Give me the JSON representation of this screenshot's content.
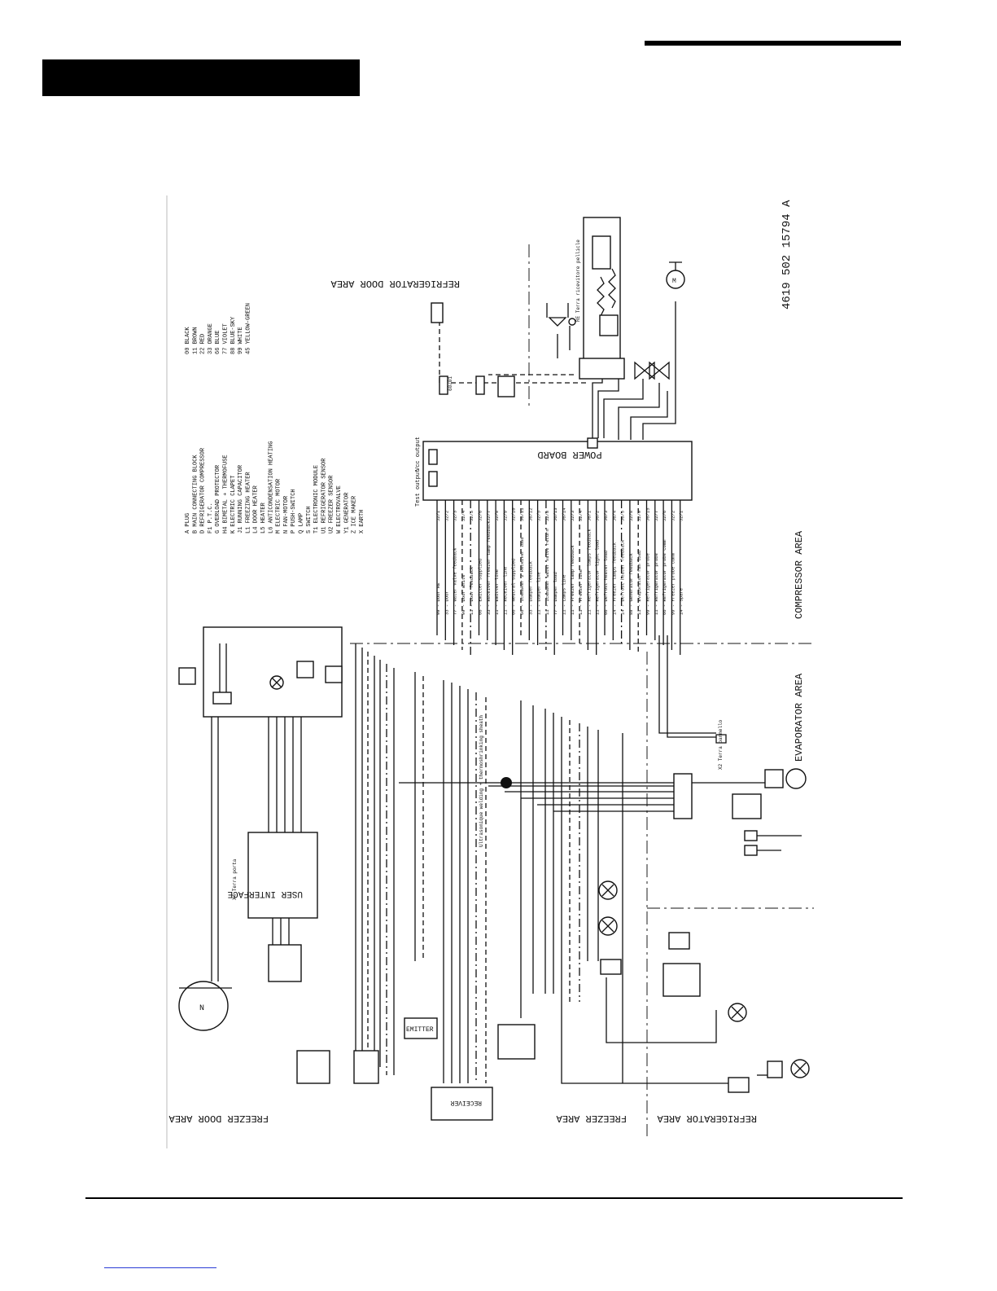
{
  "drawing_number": "4619 502 15794 A",
  "areas": {
    "refrigerator_door": "REFRIGERATOR DOOR AREA",
    "compressor": "COMPRESSOR AREA",
    "evaporator": "EVAPORATOR AREA",
    "freezer_door": "FREEZER DOOR AREA",
    "freezer": "FREEZER AREA",
    "refrigerator": "REFRIGERATOR AREA"
  },
  "colour_legend": [
    "00 BLACK",
    "11 BROWN",
    "22 RED",
    "33 ORANGE",
    "66 BLUE",
    "77 VIOLET",
    "88 BLUE-SKY",
    "99 WHITE",
    "45 YELLOW-GREEN"
  ],
  "component_legend": [
    "A  PLUG",
    "B  MAIN CONNECTING BLOCK",
    "D  REFRIGERATOR COMPRESSOR",
    "F1 P.T.C.",
    "G  OVERLOAD PROTECTOR",
    "H4 BIMETAL + THERMOFUSE",
    "K  ELECTRIC CLAPET",
    "J1 RUNNING CAPACITOR",
    "L1 FREEZING HEATER",
    "L4 DOOR HEATER",
    "L5 HEATER",
    "L6 ANTICONDENSATION HEATING",
    "M  ELECTRIC MOTOR",
    "N  FAN-MOTOR",
    "P  PUSH-SWITCH",
    "Q  LAMP",
    "S  SWITCH",
    "T1 ELECTRONIC MODULE",
    "U1 REFRIGERATOR SENSOR",
    "U2 FREEZER SENSOR",
    "W  ELECTROVALVE",
    "Y1 GENERATOR",
    "Z  ICE MAKER",
    "X  EARTH"
  ],
  "blocks": {
    "power_board": "POWER BOARD",
    "user_interface": "USER INTERFACE",
    "emitter": "EMITTER",
    "receiver": "RECEIVER",
    "test_output": "Test output",
    "vcc_output": "Vcc output",
    "ultrasonic_note": "Ultrasonique welding + thermoshrinking sheath"
  },
  "signals": [
    "99 - Door RE",
    "33 - Door",
    "77 - Water valve feedback",
    "99 - Door white",
    "11 - Door feedback",
    "66 - Emitter supplied",
    "33 - Receiver freezer lamp feedback",
    "11 - Emitter line",
    "11 - Receiver line",
    "66 - Neutral supplied",
    "66 - Icemaker 2 Receiver load",
    "33 - Damper feedback",
    "11 - Damper line",
    "11 - Icemaker water valve return",
    "77 - Damper load",
    "11 - Lamps line",
    "11 - Freezer lamp feedback",
    "11 - Freezer line",
    "11 - Refrigerator lamps feedback",
    "11 - Refrigerator light load",
    "66 - Defrost heater load",
    "14 - Freezer lamps feedback",
    "14 - Defrost heater feedback",
    "88 - Generator feedback",
    "11 - Evaporator fan load",
    "99 - Refrigerator probe",
    "11 - Refrigerator probe",
    "66 - Refrigerator probe comm",
    "99 - Freezer probe comm",
    "14 - Spare"
  ],
  "pins": [
    "J2/1",
    "J2/2",
    "J2/3",
    "J2/4",
    "J2/5",
    "J2/6",
    "J2/7",
    "J2/8",
    "J2/9",
    "J2/10",
    "J6/11",
    "J6/12",
    "J2/5",
    "J2/8",
    "J6/13",
    "J6/14",
    "J2/3",
    "J2/4",
    "J6/1",
    "J6/2",
    "J6/3",
    "J6/4",
    "J6/5",
    "J2/8",
    "J2/9",
    "J6/15",
    "J2/7",
    "J2/6",
    "J2/2",
    "J2/1"
  ],
  "labels": {
    "lamp_terminal": "RE Terra ricevitore pellicle",
    "x4": "X4 Terra porta",
    "x2": "X2 Terra pannello",
    "colour_tag": "60/01"
  }
}
